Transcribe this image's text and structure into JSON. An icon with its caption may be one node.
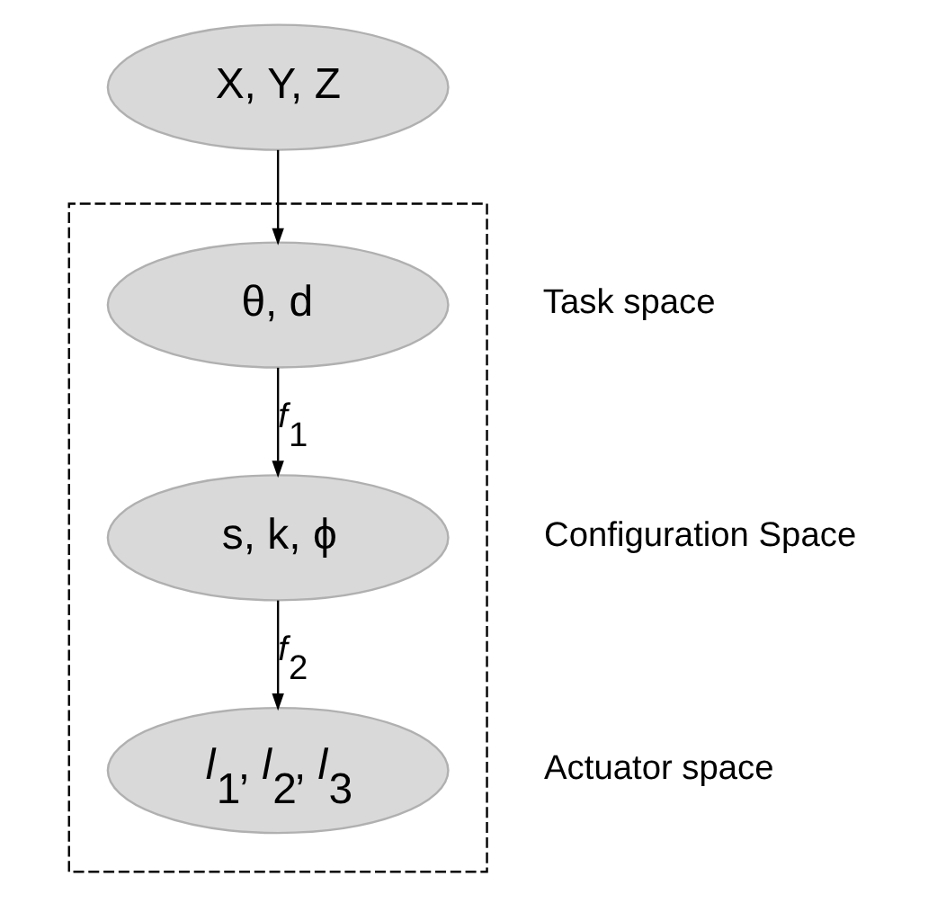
{
  "diagram": {
    "nodes": [
      {
        "text": [
          "X, Y, Z"
        ]
      },
      {
        "text": [],
        "shape": "box"
      },
      {
        "text": [
          "θ, d"
        ],
        "in": 1,
        "beside": [
          "Task space"
        ]
      },
      {
        "text": [
          "s, k, ϕ"
        ],
        "in": 1,
        "beside": [
          "Configuration Space"
        ]
      },
      {
        "text": [
          "*l*$_{1}$, *l*$_{2}$, *l*$_{3}$"
        ],
        "in": 1,
        "beside": [
          "Actuator space"
        ]
      }
    ],
    "edges": [
      {
        "from": 0,
        "to": 2,
        "arrow": "to"
      },
      {
        "from": 2,
        "to": 3,
        "arrow": "to",
        "label": "*f*$_{1}$"
      },
      {
        "from": 3,
        "to": 4,
        "arrow": "to",
        "label": "*f*$_{2}$"
      }
    ]
  }
}
